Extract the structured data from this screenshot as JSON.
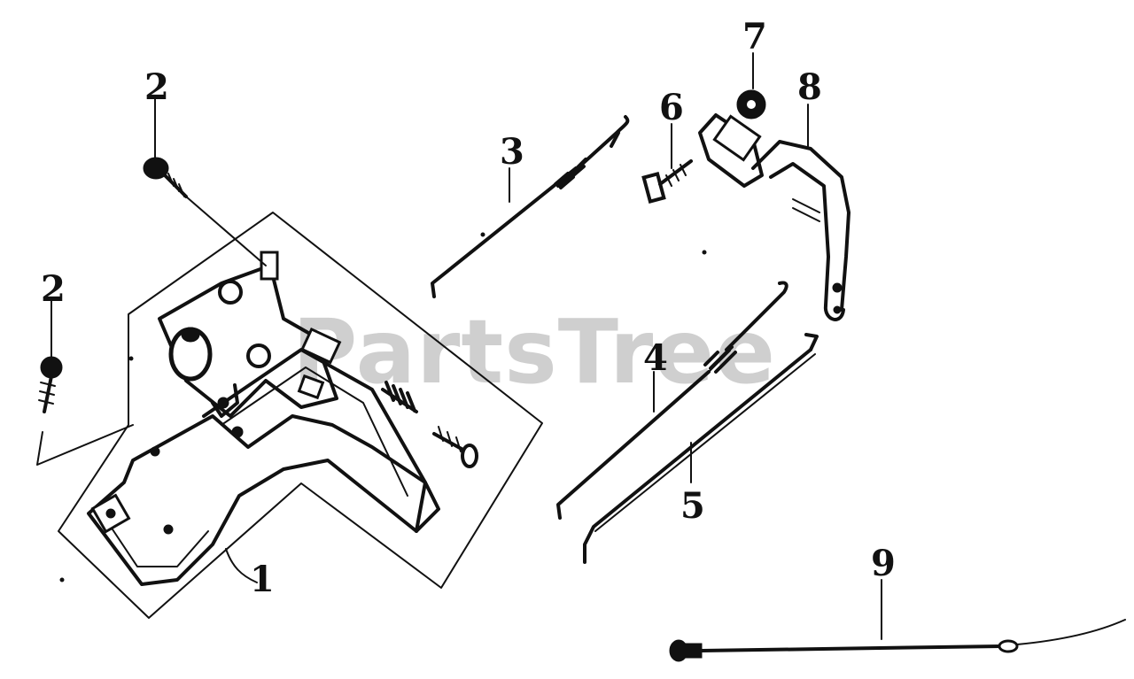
{
  "watermark": "PartsTree",
  "callouts": {
    "c1": "1",
    "c2a": "2",
    "c2b": "2",
    "c3": "3",
    "c4": "4",
    "c5": "5",
    "c6": "6",
    "c7": "7",
    "c8": "8",
    "c9": "9"
  },
  "colors": {
    "ink": "#111111",
    "watermark": "#cfcfcf",
    "background": "#ffffff"
  }
}
